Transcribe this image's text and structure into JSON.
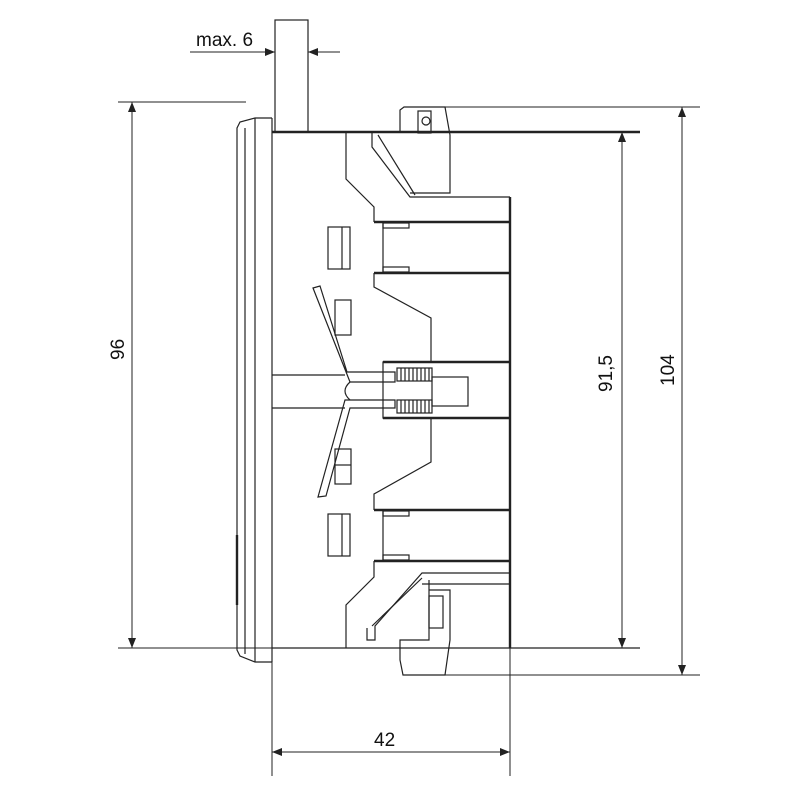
{
  "drawing": {
    "title": "Side view of panel-mounted device with dimensions",
    "dimensions": {
      "panel_thickness": "max. 6",
      "front_height": "96",
      "housing_height": "91,5",
      "total_height": "104",
      "depth": "42"
    }
  }
}
